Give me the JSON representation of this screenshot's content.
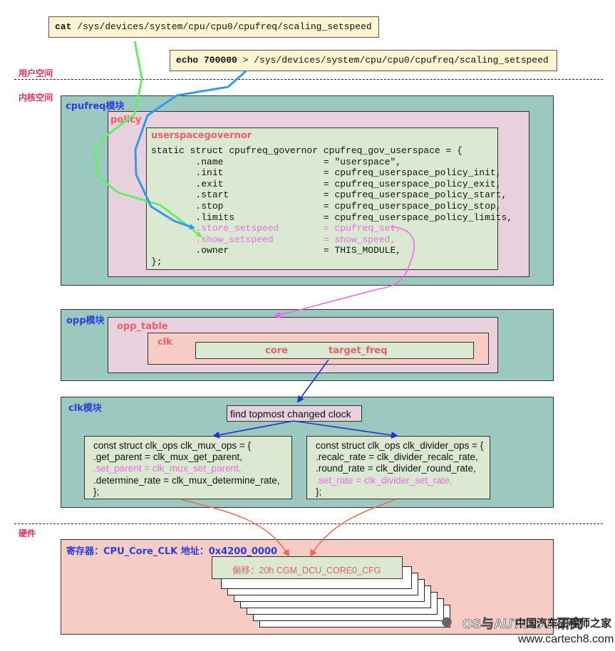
{
  "commands": {
    "cat": {
      "keyword": "cat",
      "rest": " /sys/devices/system/cpu/cpu0/cpufreq/scaling_setspeed"
    },
    "echo": {
      "keyword": "echo 700000",
      "rest": " > /sys/devices/system/cpu/cpu0/cpufreq/scaling_setspeed"
    }
  },
  "zones": {
    "user": "用户空间",
    "kernel": "内核空间",
    "hardware": "硬件"
  },
  "cpufreq": {
    "module_label": "cpufreq模块",
    "policy_label": "policy",
    "governor_label": "userspacegovernor",
    "code_lines": [
      {
        "text": "static struct cpufreq_governor cpufreq_gov_userspace = {",
        "highlight": false
      },
      {
        "text": "        .name                  = \"userspace\",",
        "highlight": false
      },
      {
        "text": "        .init                  = cpufreq_userspace_policy_init,",
        "highlight": false
      },
      {
        "text": "        .exit                  = cpufreq_userspace_policy_exit,",
        "highlight": false
      },
      {
        "text": "        .start                 = cpufreq_userspace_policy_start,",
        "highlight": false
      },
      {
        "text": "        .stop                  = cpufreq_userspace_policy_stop,",
        "highlight": false
      },
      {
        "text": "        .limits                = cpufreq_userspace_policy_limits,",
        "highlight": false
      },
      {
        "text": "        .store_setspeed        = cpufreq_set,",
        "highlight": true
      },
      {
        "text": "        .show_setspeed         = show_speed,",
        "highlight": true
      },
      {
        "text": "        .owner                 = THIS_MODULE,",
        "highlight": false
      },
      {
        "text": "};",
        "highlight": false
      }
    ]
  },
  "opp": {
    "module_label": "opp模块",
    "table_label": "opp_table",
    "clk_label": "clk",
    "core_label": "core",
    "target_freq_label": "target_freq"
  },
  "clk": {
    "module_label": "clk模块",
    "topmost_label": "find topmost changed clock",
    "mux_lines": [
      {
        "text": "const struct clk_ops clk_mux_ops = {",
        "highlight": false
      },
      {
        "text": ".get_parent = clk_mux_get_parent,",
        "highlight": false
      },
      {
        "text": ".set_parent = clk_mux_set_parent,",
        "highlight": true
      },
      {
        "text": ".determine_rate = clk_mux_determine_rate,",
        "highlight": false
      },
      {
        "text": "};",
        "highlight": false
      }
    ],
    "divider_lines": [
      {
        "text": "const struct clk_ops clk_divider_ops = {",
        "highlight": false
      },
      {
        "text": ".recalc_rate = clk_divider_recalc_rate,",
        "highlight": false
      },
      {
        "text": ".round_rate = clk_divider_round_rate,",
        "highlight": false
      },
      {
        "text": ".set_rate = clk_divider_set_rate,",
        "highlight": true
      },
      {
        "text": "};",
        "highlight": false
      }
    ]
  },
  "hardware": {
    "register_label": "寄存器：CPU_Core_CLK 地址：0x4200_0000",
    "offset_label": "偏移：20h CGM_DCU_CORE0_CFG"
  },
  "watermark": {
    "line1": "OS与AUTOSAR研究",
    "line2": "中国汽车工程师之家",
    "line3": "www.cartech8.com"
  },
  "colors": {
    "green_arrow": "#66ee66",
    "blue_arrow": "#3399ee",
    "magenta_arrow": "#ee66ee",
    "navy_arrow": "#2233cc",
    "red_arrow": "#ee6655"
  }
}
